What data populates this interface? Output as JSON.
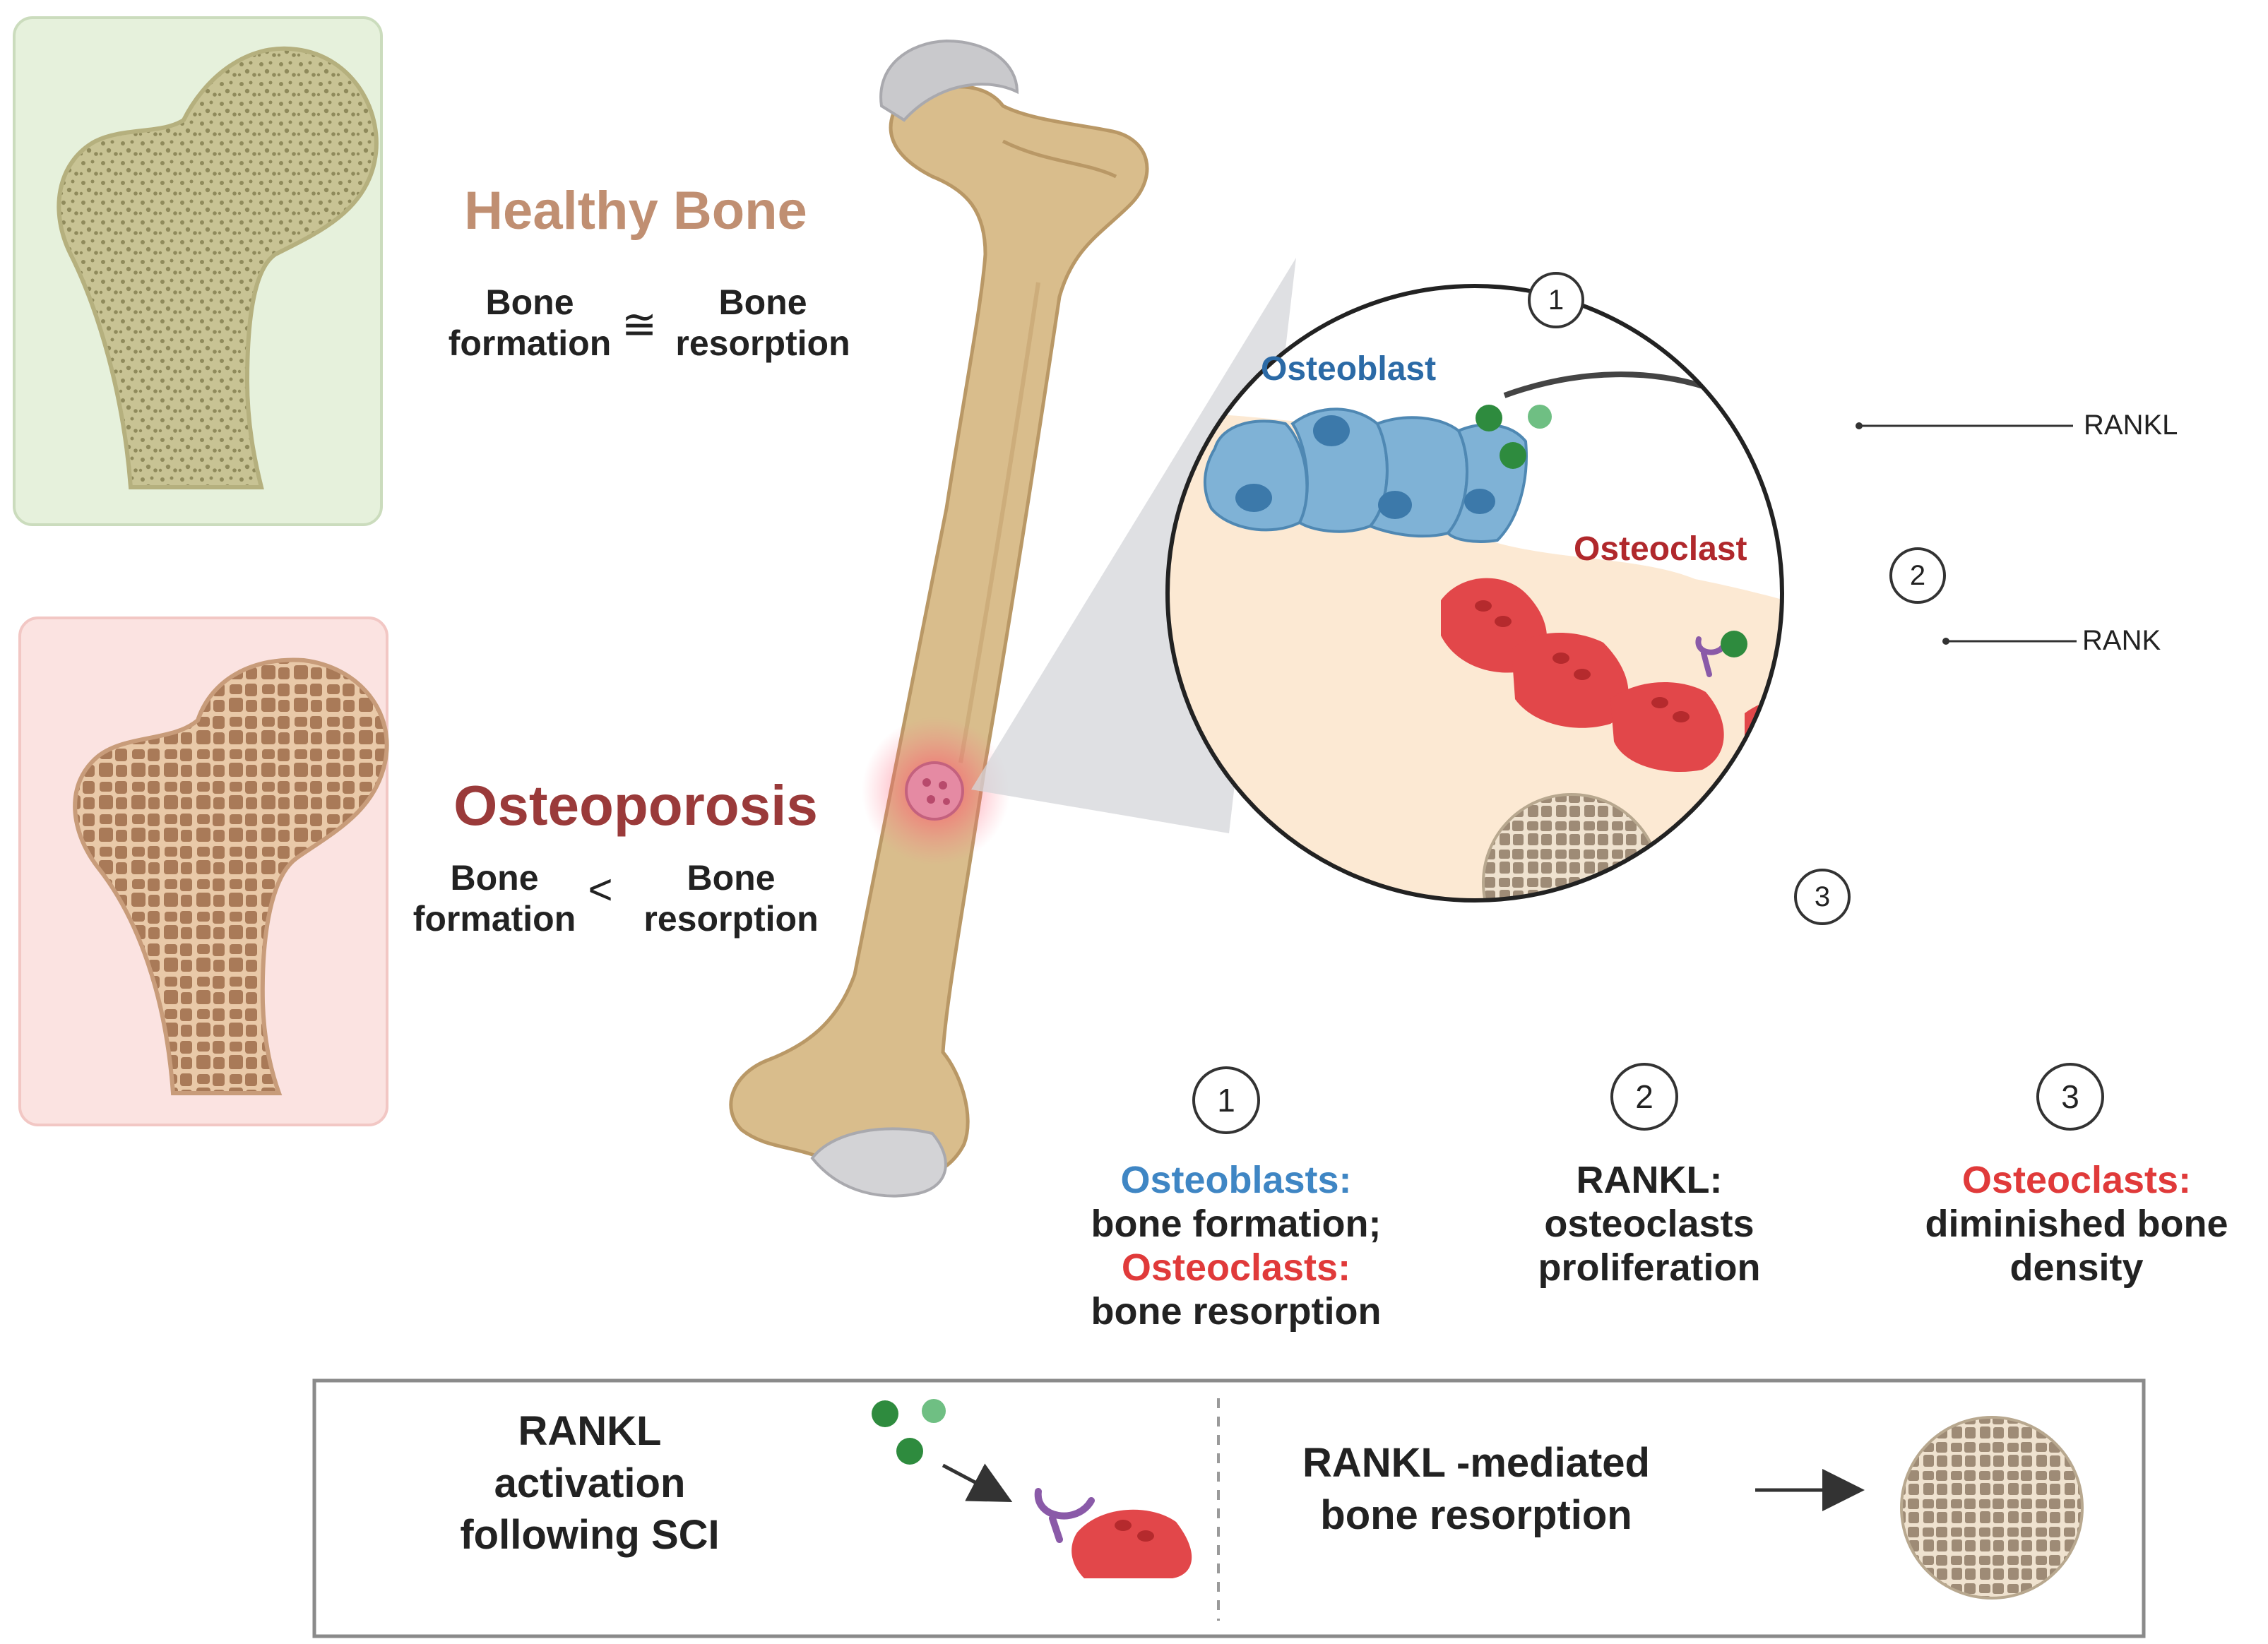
{
  "left_panel": {
    "healthy": {
      "title": "Healthy Bone",
      "left_label": "Bone\nformation",
      "operator": "≅",
      "right_label": "Bone\nresorption"
    },
    "osteoporosis": {
      "title": "Osteoporosis",
      "left_label": "Bone\nformation",
      "operator": "<",
      "right_label": "Bone\nresorption"
    }
  },
  "zoom": {
    "osteoblast_label": "Osteoblast",
    "osteoclast_label": "Osteoclast",
    "rankl_label": "RANKL",
    "rank_label": "RANK",
    "steps": [
      "1",
      "2",
      "3"
    ]
  },
  "explanations": [
    {
      "number": "1",
      "line1_colored": "Osteoblasts:",
      "line2": "bone formation;",
      "line3_colored": "Osteoclasts:",
      "line4": "bone resorption"
    },
    {
      "number": "2",
      "line1": "RANKL:",
      "line2": "osteoclasts",
      "line3": "proliferation"
    },
    {
      "number": "3",
      "line1_colored": "Osteoclasts:",
      "line2": "diminished bone",
      "line3": "density"
    }
  ],
  "summary_box": {
    "left_text": "RANKL\nactivation\nfollowing SCI",
    "right_text": "RANKL -mediated\nbone resorption"
  },
  "colors": {
    "healthy_bg": "#e6f1dc",
    "osteoporosis_bg": "#fbe3e1",
    "bone": "#d9bd8c",
    "osteoblast": "#7fb2d6",
    "osteoclast": "#e2474a",
    "rankl": "#2e8b3e",
    "rank": "#8a5aa8",
    "matrix": "#fce9d3"
  }
}
